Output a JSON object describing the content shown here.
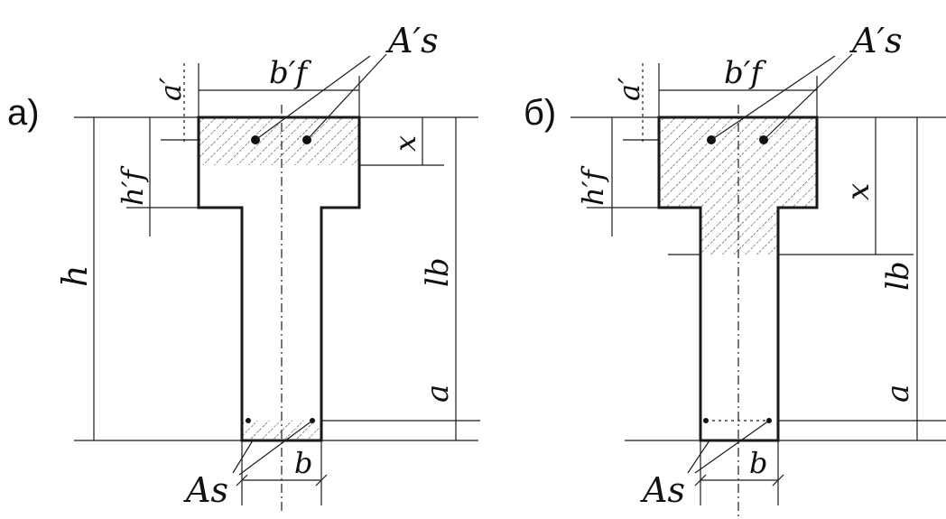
{
  "panels": [
    {
      "panel_label": "а)",
      "flange_width": "b′f",
      "flange_height": "h′f",
      "top_cover": "a′",
      "compressed_zone": "x",
      "height": "h",
      "lever_arm": "lb",
      "bottom_cover": "a",
      "web_width": "b",
      "top_steel": "A′s",
      "bottom_steel": "As"
    },
    {
      "panel_label": "б)",
      "flange_width": "b′f",
      "flange_height": "h′f",
      "top_cover": "a′",
      "compressed_zone": "x",
      "lever_arm": "lb",
      "bottom_cover": "a",
      "web_width": "b",
      "top_steel": "A′s",
      "bottom_steel": "As"
    }
  ],
  "colors": {
    "ink": "#1a1a1a",
    "background": "#ffffff"
  }
}
